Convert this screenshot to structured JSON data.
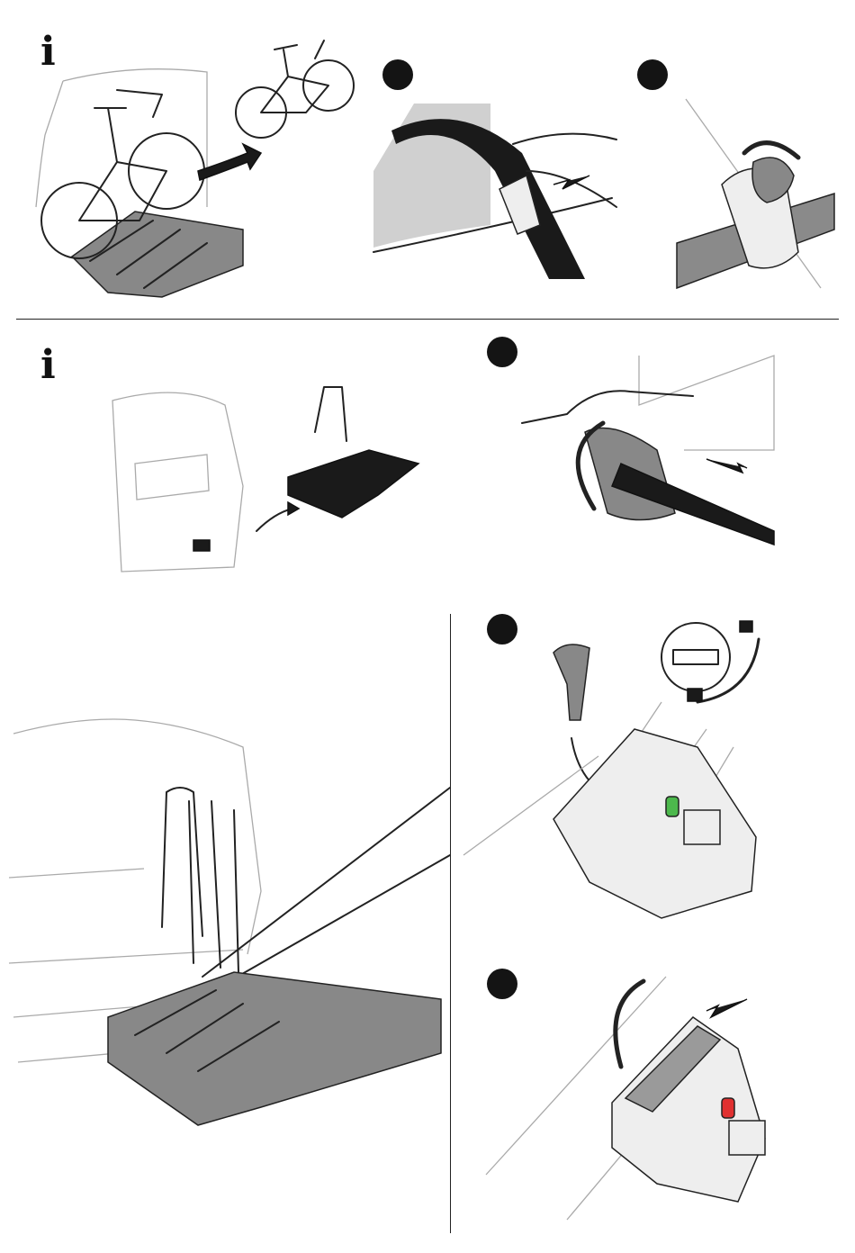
{
  "icons": {
    "info": "i"
  },
  "colors": {
    "line": "#222222",
    "step_marker": "#141414",
    "indicator_green": "#4cb84c",
    "indicator_red": "#e03030",
    "strap_gray": "#9a9a9a"
  },
  "panels": [
    {
      "id": "load-bike",
      "marker": "info-icon"
    },
    {
      "id": "strap-tighten",
      "marker": "step"
    },
    {
      "id": "knob-turn",
      "marker": "step"
    },
    {
      "id": "mount-carrier",
      "marker": "info-icon"
    },
    {
      "id": "connector-twist",
      "marker": "step"
    },
    {
      "id": "carrier-overview",
      "marker": "none"
    },
    {
      "id": "lock-key",
      "marker": "step",
      "indicator": "green"
    },
    {
      "id": "release-lever",
      "marker": "step",
      "indicator": "red"
    }
  ]
}
